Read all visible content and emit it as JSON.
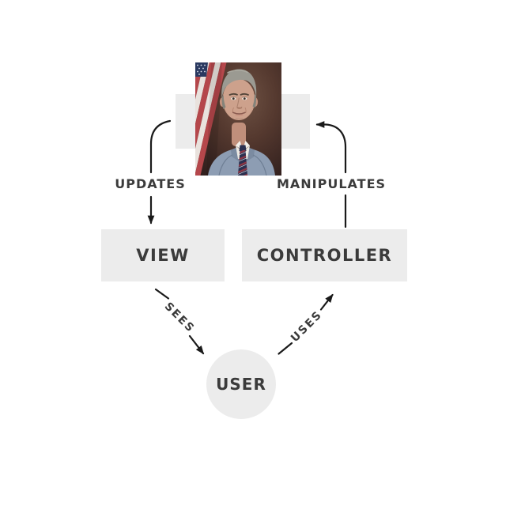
{
  "diagram": {
    "name": "model-view-controller",
    "nodes": {
      "model": {
        "representation": "portrait-photo"
      },
      "view": {
        "label": "VIEW"
      },
      "controller": {
        "label": "CONTROLLER"
      },
      "user": {
        "label": "USER"
      }
    },
    "edges": {
      "updates": {
        "label": "UPDATES",
        "from": "model",
        "to": "view"
      },
      "manipulates": {
        "label": "MANIPULATES",
        "from": "controller",
        "to": "model"
      },
      "sees": {
        "label": "SEES",
        "from": "view",
        "to": "user"
      },
      "uses": {
        "label": "USES",
        "from": "user",
        "to": "controller"
      }
    },
    "colors": {
      "background": "#ffffff",
      "node_fill": "#ececec",
      "label_text": "#3b3b3b",
      "arrow": "#1a1a1a"
    }
  }
}
